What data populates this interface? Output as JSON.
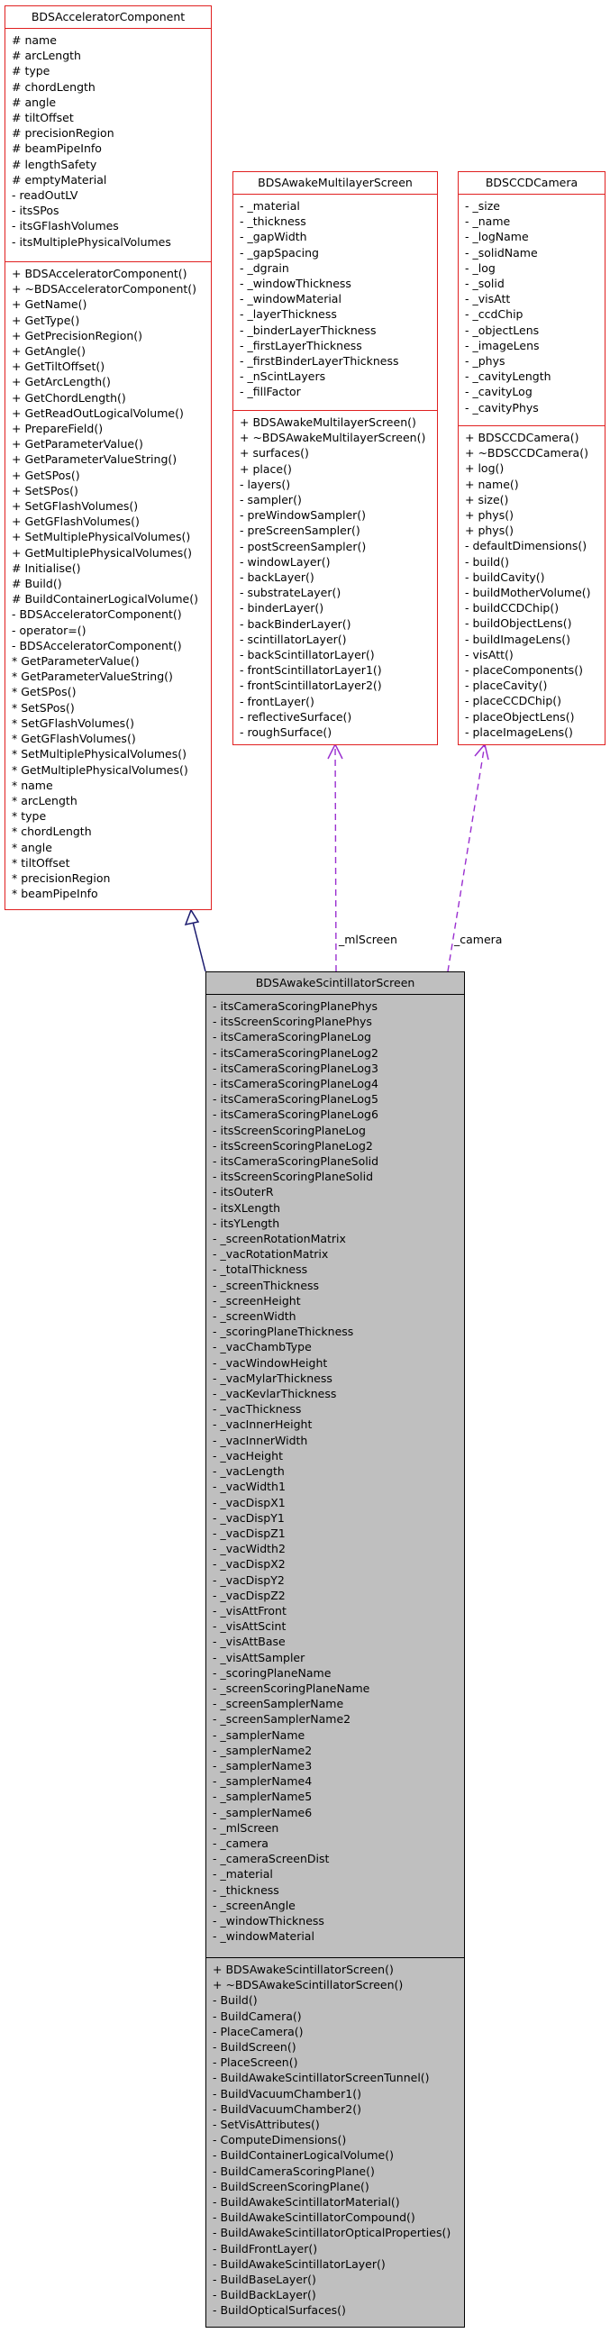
{
  "classes": {
    "acc": {
      "name": "BDSAcceleratorComponent",
      "attributes": [
        "# name",
        "# arcLength",
        "# type",
        "# chordLength",
        "# angle",
        "# tiltOffset",
        "# precisionRegion",
        "# beamPipeInfo",
        "# lengthSafety",
        "# emptyMaterial",
        "- readOutLV",
        "- itsSPos",
        "- itsGFlashVolumes",
        "- itsMultiplePhysicalVolumes"
      ],
      "methods": [
        "+ BDSAcceleratorComponent()",
        "+ ~BDSAcceleratorComponent()",
        "+ GetName()",
        "+ GetType()",
        "+ GetPrecisionRegion()",
        "+ GetAngle()",
        "+ GetTiltOffset()",
        "+ GetArcLength()",
        "+ GetChordLength()",
        "+ GetReadOutLogicalVolume()",
        "+ PrepareField()",
        "+ GetParameterValue()",
        "+ GetParameterValueString()",
        "+ GetSPos()",
        "+ SetSPos()",
        "+ SetGFlashVolumes()",
        "+ GetGFlashVolumes()",
        "+ SetMultiplePhysicalVolumes()",
        "+ GetMultiplePhysicalVolumes()",
        "# Initialise()",
        "# Build()",
        "# BuildContainerLogicalVolume()",
        "- BDSAcceleratorComponent()",
        "- operator=()",
        "- BDSAcceleratorComponent()",
        "* GetParameterValue()",
        "* GetParameterValueString()",
        "* GetSPos()",
        "* SetSPos()",
        "* SetGFlashVolumes()",
        "* GetGFlashVolumes()",
        "* SetMultiplePhysicalVolumes()",
        "* GetMultiplePhysicalVolumes()",
        "* name",
        "* arcLength",
        "* type",
        "* chordLength",
        "* angle",
        "* tiltOffset",
        "* precisionRegion",
        "* beamPipeInfo"
      ]
    },
    "multi": {
      "name": "BDSAwakeMultilayerScreen",
      "attributes": [
        "- _material",
        "- _thickness",
        "- _gapWidth",
        "- _gapSpacing",
        "- _dgrain",
        "- _windowThickness",
        "- _windowMaterial",
        "- _layerThickness",
        "- _binderLayerThickness",
        "- _firstLayerThickness",
        "- _firstBinderLayerThickness",
        "- _nScintLayers",
        "- _fillFactor"
      ],
      "methods": [
        "+ BDSAwakeMultilayerScreen()",
        "+ ~BDSAwakeMultilayerScreen()",
        "+ surfaces()",
        "+ place()",
        "- layers()",
        "- sampler()",
        "- preWindowSampler()",
        "- preScreenSampler()",
        "- postScreenSampler()",
        "- windowLayer()",
        "- backLayer()",
        "- substrateLayer()",
        "- binderLayer()",
        "- backBinderLayer()",
        "- scintillatorLayer()",
        "- backScintillatorLayer()",
        "- frontScintillatorLayer1()",
        "- frontScintillatorLayer2()",
        "- frontLayer()",
        "- reflectiveSurface()",
        "- roughSurface()"
      ]
    },
    "ccd": {
      "name": "BDSCCDCamera",
      "attributes": [
        "- _size",
        "- _name",
        "- _logName",
        "- _solidName",
        "- _log",
        "- _solid",
        "- _visAtt",
        "- _ccdChip",
        "- _objectLens",
        "- _imageLens",
        "- _phys",
        "- _cavityLength",
        "- _cavityLog",
        "- _cavityPhys"
      ],
      "methods": [
        "+ BDSCCDCamera()",
        "+ ~BDSCCDCamera()",
        "+ log()",
        "+ name()",
        "+ size()",
        "+ phys()",
        "+ phys()",
        "- defaultDimensions()",
        "- build()",
        "- buildCavity()",
        "- buildMotherVolume()",
        "- buildCCDChip()",
        "- buildObjectLens()",
        "- buildImageLens()",
        "- visAtt()",
        "- placeComponents()",
        "- placeCavity()",
        "- placeCCDChip()",
        "- placeObjectLens()",
        "- placeImageLens()"
      ]
    },
    "main": {
      "name": "BDSAwakeScintillatorScreen",
      "attributes": [
        "- itsCameraScoringPlanePhys",
        "- itsScreenScoringPlanePhys",
        "- itsCameraScoringPlaneLog",
        "- itsCameraScoringPlaneLog2",
        "- itsCameraScoringPlaneLog3",
        "- itsCameraScoringPlaneLog4",
        "- itsCameraScoringPlaneLog5",
        "- itsCameraScoringPlaneLog6",
        "- itsScreenScoringPlaneLog",
        "- itsScreenScoringPlaneLog2",
        "- itsCameraScoringPlaneSolid",
        "- itsScreenScoringPlaneSolid",
        "- itsOuterR",
        "- itsXLength",
        "- itsYLength",
        "- _screenRotationMatrix",
        "- _vacRotationMatrix",
        "- _totalThickness",
        "- _screenThickness",
        "- _screenHeight",
        "- _screenWidth",
        "- _scoringPlaneThickness",
        "- _vacChambType",
        "- _vacWindowHeight",
        "- _vacMylarThickness",
        "- _vacKevlarThickness",
        "- _vacThickness",
        "- _vacInnerHeight",
        "- _vacInnerWidth",
        "- _vacHeight",
        "- _vacLength",
        "- _vacWidth1",
        "- _vacDispX1",
        "- _vacDispY1",
        "- _vacDispZ1",
        "- _vacWidth2",
        "- _vacDispX2",
        "- _vacDispY2",
        "- _vacDispZ2",
        "- _visAttFront",
        "- _visAttScint",
        "- _visAttBase",
        "- _visAttSampler",
        "- _scoringPlaneName",
        "- _screenScoringPlaneName",
        "- _screenSamplerName",
        "- _screenSamplerName2",
        "- _samplerName",
        "- _samplerName2",
        "- _samplerName3",
        "- _samplerName4",
        "- _samplerName5",
        "- _samplerName6",
        "- _mlScreen",
        "- _camera",
        "- _cameraScreenDist",
        "- _material",
        "- _thickness",
        "- _screenAngle",
        "- _windowThickness",
        "- _windowMaterial"
      ],
      "methods": [
        "+ BDSAwakeScintillatorScreen()",
        "+ ~BDSAwakeScintillatorScreen()",
        "- Build()",
        "- BuildCamera()",
        "- PlaceCamera()",
        "- BuildScreen()",
        "- PlaceScreen()",
        "- BuildAwakeScintillatorScreenTunnel()",
        "- BuildVacuumChamber1()",
        "- BuildVacuumChamber2()",
        "- SetVisAttributes()",
        "- ComputeDimensions()",
        "- BuildContainerLogicalVolume()",
        "- BuildCameraScoringPlane()",
        "- BuildScreenScoringPlane()",
        "- BuildAwakeScintillatorMaterial()",
        "- BuildAwakeScintillatorCompound()",
        "- BuildAwakeScintillatorOpticalProperties()",
        "- BuildFrontLayer()",
        "- BuildAwakeScintillatorLayer()",
        "- BuildBaseLayer()",
        "- BuildBackLayer()",
        "- BuildOpticalSurfaces()"
      ]
    }
  },
  "relations": {
    "ml_label": "_mlScreen",
    "camera_label": "_camera"
  },
  "colors": {
    "class_border": "#e02020",
    "main_fill": "#bfbfbf",
    "inheritance_line": "#1a1a6e",
    "usage_line": "#9a2fd0"
  }
}
